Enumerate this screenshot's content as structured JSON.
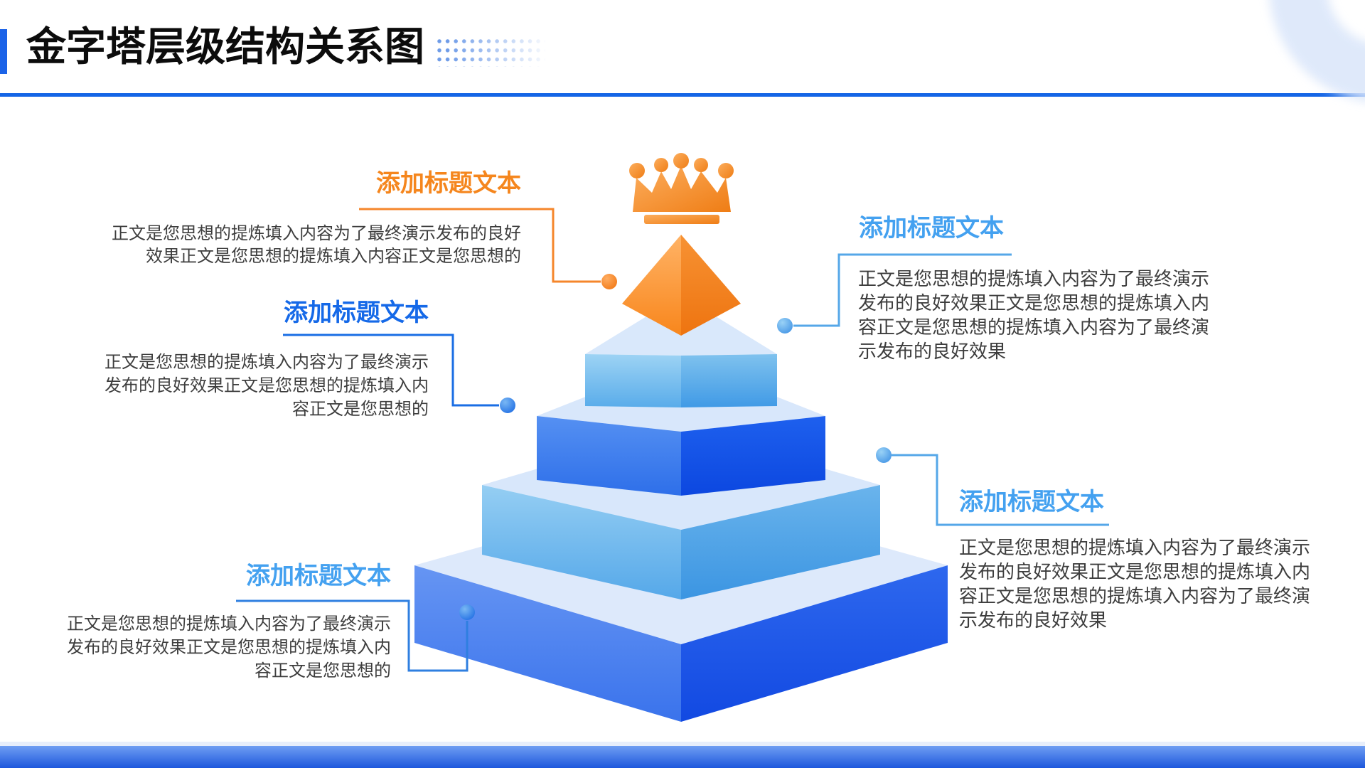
{
  "slide": {
    "title": "金字塔层级结构关系图",
    "pyramid": {
      "levels": 5,
      "top_icon": "crown"
    },
    "callouts": {
      "top_left": {
        "title": "添加标题文本",
        "lines": [
          "正文是您思想的提炼填入内容为了最终演示发布的良好",
          "效果正文是您思想的提炼填入内容正文是您思想的"
        ]
      },
      "mid_left": {
        "title": "添加标题文本",
        "lines": [
          "正文是您思想的提炼填入内容为了最终演示",
          "发布的良好效果正文是您思想的提炼填入内",
          "容正文是您思想的"
        ]
      },
      "bottom_left": {
        "title": "添加标题文本",
        "lines": [
          "正文是您思想的提炼填入内容为了最终演示",
          "发布的良好效果正文是您思想的提炼填入内",
          "容正文是您思想的"
        ]
      },
      "top_right": {
        "title": "添加标题文本",
        "lines": [
          "正文是您思想的提炼填入内容为了最终演示",
          "发布的良好效果正文是您思想的提炼填入内",
          "容正文是您思想的提炼填入内容为了最终演",
          "示发布的良好效果"
        ]
      },
      "bottom_right": {
        "title": "添加标题文本",
        "lines": [
          "正文是您思想的提炼填入内容为了最终演示",
          "发布的良好效果正文是您思想的提炼填入内",
          "容正文是您思想的提炼填入内容为了最终演",
          "示发布的良好效果"
        ]
      }
    },
    "colors": {
      "accent_orange": "#f5861d",
      "accent_blue_deep": "#1569e8",
      "accent_blue_sky": "#44a1f0",
      "header_rule": "#1465e6",
      "body_text": "#3d3d3d",
      "pyramid_royal": "#1e60ee",
      "pyramid_sky": "#7fc2ee",
      "pyramid_rim": "#dbe9fb"
    }
  }
}
